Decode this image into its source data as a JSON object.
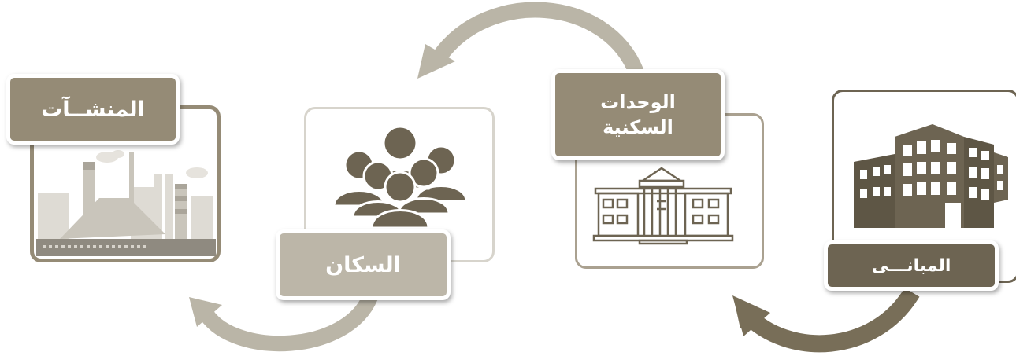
{
  "colors": {
    "dark": "#6d6452",
    "medium": "#958b76",
    "light": "#bcb6a8",
    "border_medium": "#aaa190",
    "border_light": "#d7d4cc",
    "arrow_dark": "#786e58",
    "arrow_light": "#bab5a7"
  },
  "steps": [
    {
      "id": "buildings",
      "label": "المبانـــى",
      "icon": "office-building-icon"
    },
    {
      "id": "housing-units",
      "label": "الوحدات السكنية",
      "icon": "classical-building-icon"
    },
    {
      "id": "population",
      "label": "السكان",
      "icon": "people-group-icon"
    },
    {
      "id": "establishments",
      "label": "المنشــآت",
      "icon": "factory-icon"
    }
  ],
  "arrows": [
    {
      "from": "buildings",
      "to": "housing-units"
    },
    {
      "from": "housing-units",
      "to": "population"
    },
    {
      "from": "population",
      "to": "establishments"
    }
  ]
}
